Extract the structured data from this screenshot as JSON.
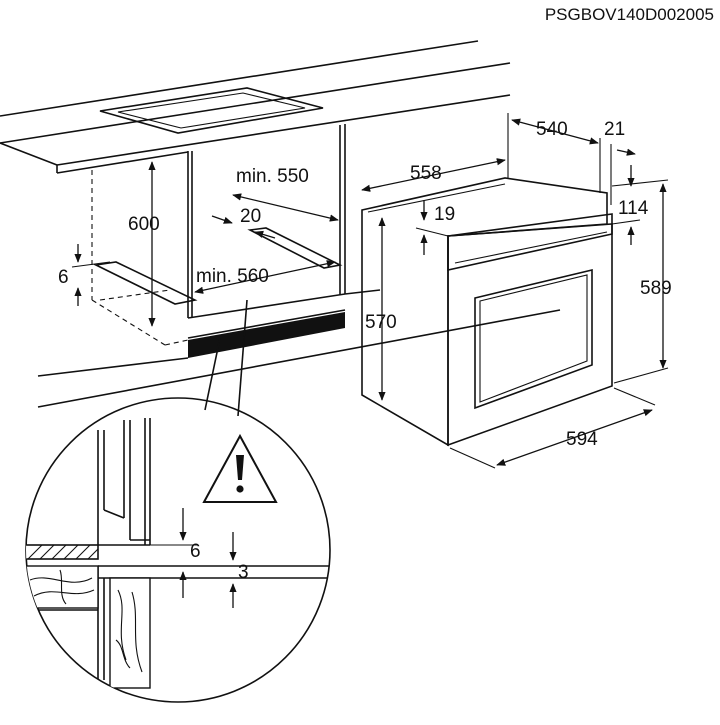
{
  "drawing_code": "PSGBOV140D002005",
  "dimensions": {
    "cabinet_height": "600",
    "min_depth": "min. 550",
    "min_width": "min. 560",
    "rail_offset": "20",
    "rail_height": "6",
    "oven_depth_total": "540",
    "oven_front_offset": "21",
    "oven_width": "558",
    "top_offset": "19",
    "oven_body_height": "570",
    "panel_offset": "114",
    "front_height": "589",
    "front_width": "594"
  },
  "detail": {
    "gap_top": "6",
    "gap_bottom": "3"
  },
  "colors": {
    "line": "#111111",
    "background": "#ffffff",
    "black_strip": "#111111"
  },
  "icons": [
    "warning-triangle-icon"
  ]
}
